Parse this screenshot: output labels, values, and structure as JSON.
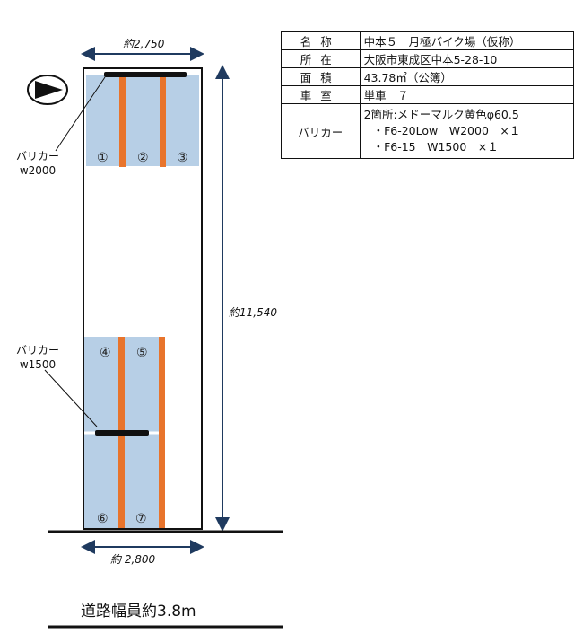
{
  "info_table": {
    "rows": [
      {
        "label": "名称",
        "value": "中本５　月極バイク場（仮称）"
      },
      {
        "label": "所在",
        "value": "大阪市東成区中本5-28-10"
      },
      {
        "label": "面積",
        "value": "43.78㎡（公簿）"
      },
      {
        "label": "車室",
        "value": "単車　７"
      }
    ],
    "barrier": {
      "label": "バリカー",
      "line1": "2箇所:メドーマルク黄色φ60.5",
      "line2": "・F6-20Low　W2000　×１",
      "line3": "・F6-15　W1500　×１"
    }
  },
  "dimensions": {
    "top_width": "約2,750",
    "height": "約11,540",
    "bottom_width": "約 2,800"
  },
  "labels": {
    "barrier_top_name": "バリカー",
    "barrier_top_width": "w2000",
    "barrier_mid_name": "バリカー",
    "barrier_mid_width": "w1500",
    "road_width": "道路幅員約3.8m"
  },
  "spaces": [
    "①",
    "②",
    "③",
    "④",
    "⑤",
    "⑥",
    "⑦"
  ],
  "colors": {
    "parking_fill": "#b7cfe6",
    "divider_orange": "#e8742c",
    "dimension_navy": "#1f3a5f",
    "barrier_black": "#111111"
  }
}
